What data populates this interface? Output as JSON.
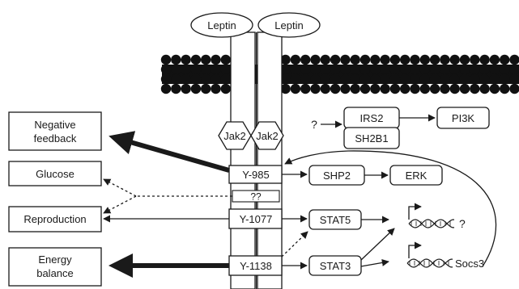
{
  "receptor": {
    "ligand_left": "Leptin",
    "ligand_right": "Leptin",
    "jak_left": "Jak2",
    "jak_right": "Jak2",
    "unknown_site": "??",
    "sites": [
      "Y-985",
      "Y-1077",
      "Y-1138"
    ]
  },
  "outputs": {
    "negative_feedback_line1": "Negative",
    "negative_feedback_line2": "feedback",
    "glucose": "Glucose",
    "reproduction": "Reproduction",
    "energy_balance_line1": "Energy",
    "energy_balance_line2": "balance"
  },
  "effectors": {
    "unknown_input": "?",
    "irs2": "IRS2",
    "sh2b1": "SH2B1",
    "pi3k": "PI3K",
    "shp2": "SHP2",
    "erk": "ERK",
    "stat5": "STAT5",
    "stat3": "STAT3"
  },
  "genes": {
    "unknown_gene": "?",
    "socs3": "Socs3"
  }
}
